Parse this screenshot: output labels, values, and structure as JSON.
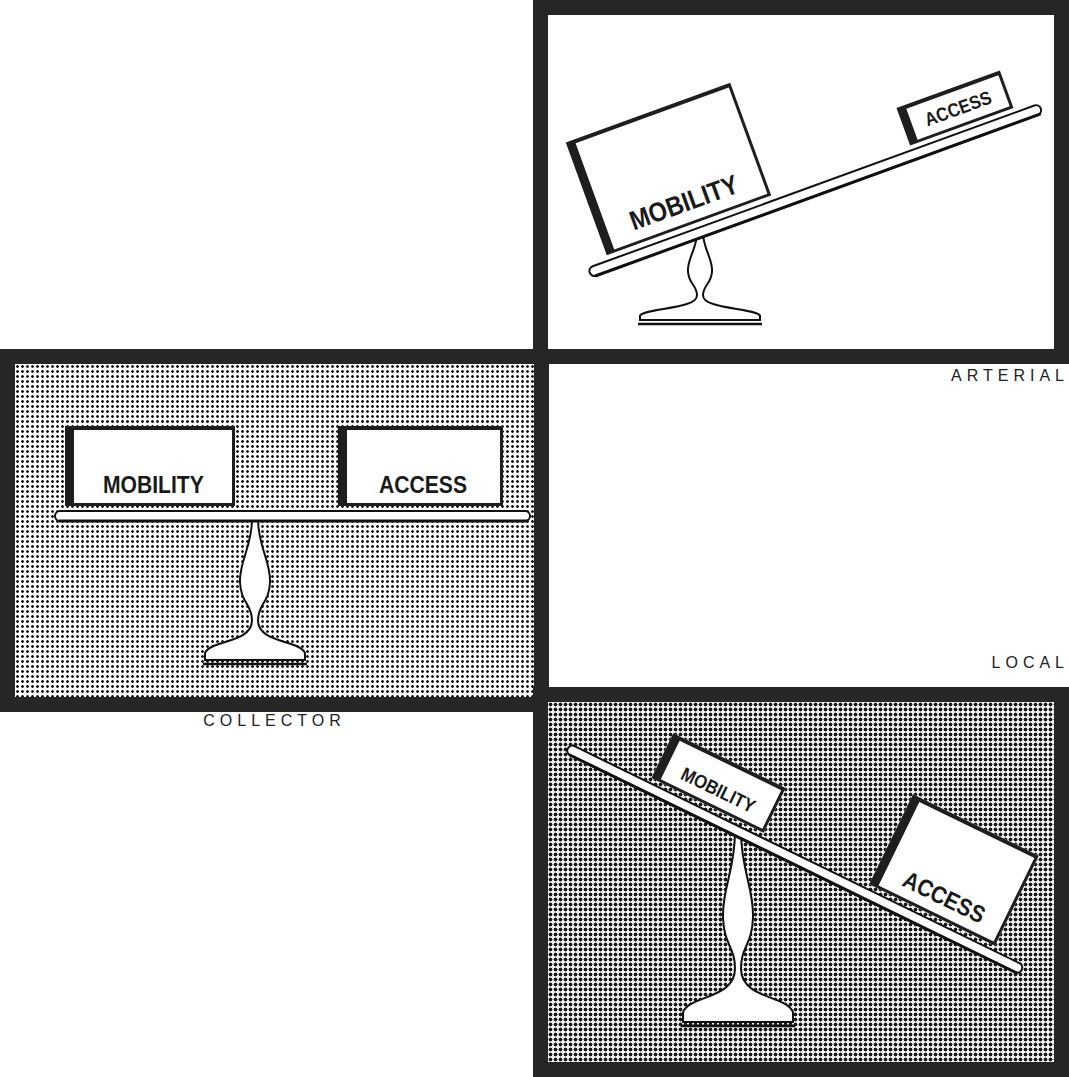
{
  "diagram": {
    "nodes": [
      {
        "text": [
          "ARTERIAL"
        ]
      },
      {
        "text": [
          "MOBILITY"
        ],
        "in": 0
      },
      {
        "text": [
          "ACCESS"
        ],
        "in": 0
      },
      {
        "text": [
          "COLLECTOR"
        ]
      },
      {
        "text": [
          "MOBILITY"
        ],
        "in": 3
      },
      {
        "text": [
          "ACCESS"
        ],
        "in": 3
      },
      {
        "text": [
          "LOCAL"
        ]
      },
      {
        "text": [
          "MOBILITY"
        ],
        "in": 6
      },
      {
        "text": [
          "ACCESS"
        ],
        "in": 6
      }
    ]
  }
}
